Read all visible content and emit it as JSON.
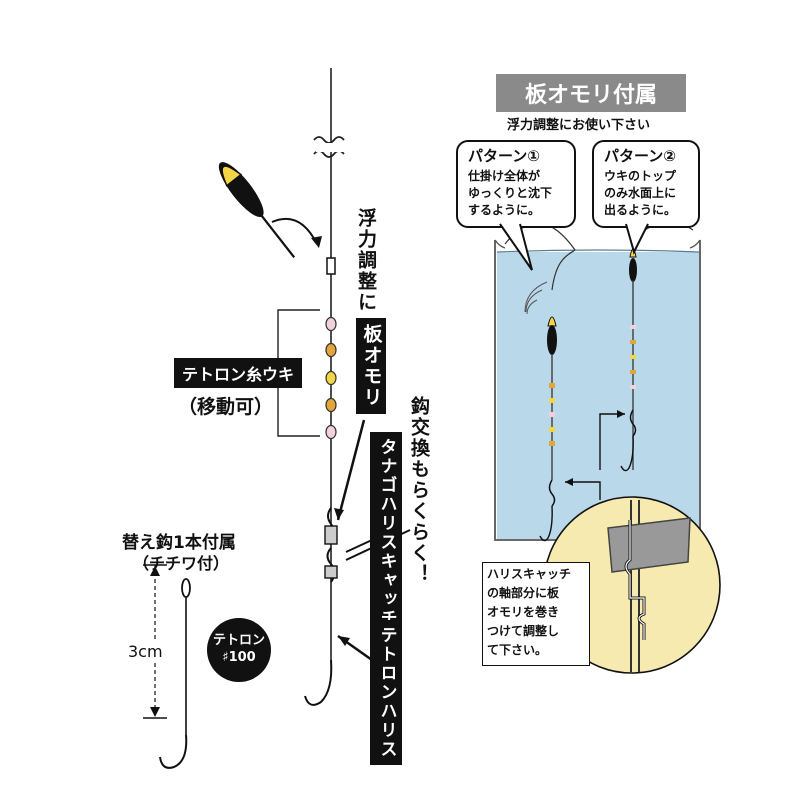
{
  "left": {
    "float_adjust_label": "浮力調整に",
    "sinker_label": "板オモリ",
    "thread_float_label": "テトロン糸ウキ",
    "movable_label": "（移動可）",
    "hook_change_label": "鈎交換もらくらく！",
    "harisu_catch_label": "タナゴハリスキャッチ",
    "tetron_harisu_label": "テトロンハリス",
    "spare_hook_label": "替え鈎1本付属",
    "chichiwa_label": "（チチワ付）",
    "length_label": "3cm",
    "badge_line1": "テトロン",
    "badge_line2": "♯100"
  },
  "right": {
    "title": "板オモリ付属",
    "subtitle": "浮力調整にお使い下さい",
    "pattern1": {
      "title": "パターン①",
      "body": [
        "仕掛け全体が",
        "ゆっくりと沈下",
        "するように。"
      ]
    },
    "pattern2": {
      "title": "パターン②",
      "body": [
        "ウキのトップ",
        "のみ水面上に",
        "出るように。"
      ]
    },
    "note": [
      "ハリスキャッチ",
      "の軸部分に板",
      "オモリを巻き",
      "つけて調整し",
      "て下さい。"
    ]
  },
  "colors": {
    "water": "#b9d8ea",
    "title_bg": "#8a8a8a",
    "float_yellow": "#f3d646",
    "bead_orange": "#e3a63a",
    "bead_pink": "#f2d2da",
    "zoom_circle": "#f7eab0"
  }
}
